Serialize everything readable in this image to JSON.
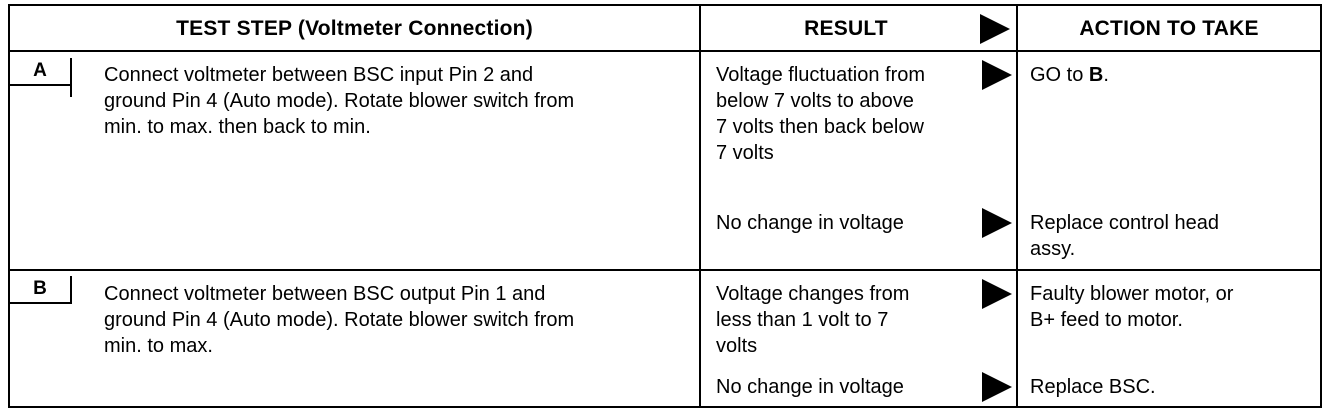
{
  "header": {
    "test_step": "TEST STEP (Voltmeter Connection)",
    "result": "RESULT",
    "action": "ACTION TO TAKE"
  },
  "rows": [
    {
      "step": "A",
      "instruction": "Connect voltmeter between BSC input Pin 2 and\nground Pin 4 (Auto mode). Rotate blower switch from\nmin. to max. then back to min.",
      "results": [
        {
          "result": "Voltage fluctuation from\nbelow 7 volts to above\n7 volts then back below\n7 volts",
          "action_prefix": "GO to ",
          "action_step": "B",
          "action_suffix": "."
        },
        {
          "result": "No change in voltage",
          "action": "Replace control head\nassy."
        }
      ]
    },
    {
      "step": "B",
      "instruction": "Connect voltmeter between BSC output Pin 1 and\nground Pin 4 (Auto mode). Rotate blower switch from\nmin. to max.",
      "results": [
        {
          "result": "Voltage changes from\nless than 1 volt to 7\nvolts",
          "action": "Faulty blower motor, or\nB+  feed to motor."
        },
        {
          "result": "No change in voltage",
          "action": "Replace BSC."
        }
      ]
    }
  ]
}
